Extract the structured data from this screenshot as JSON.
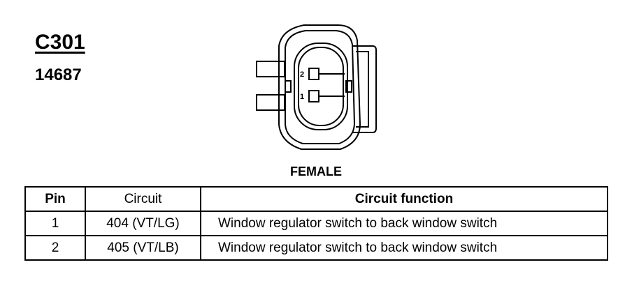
{
  "connector": {
    "id": "C301",
    "part_number": "14687",
    "gender": "FEMALE",
    "pin_labels": [
      "2",
      "1"
    ]
  },
  "table": {
    "headers": {
      "pin": "Pin",
      "circuit": "Circuit",
      "function": "Circuit function"
    },
    "rows": [
      {
        "pin": "1",
        "circuit": "404 (VT/LG)",
        "function": "Window regulator switch to back window switch"
      },
      {
        "pin": "2",
        "circuit": "405 (VT/LB)",
        "function": "Window regulator switch to back window switch"
      }
    ]
  }
}
